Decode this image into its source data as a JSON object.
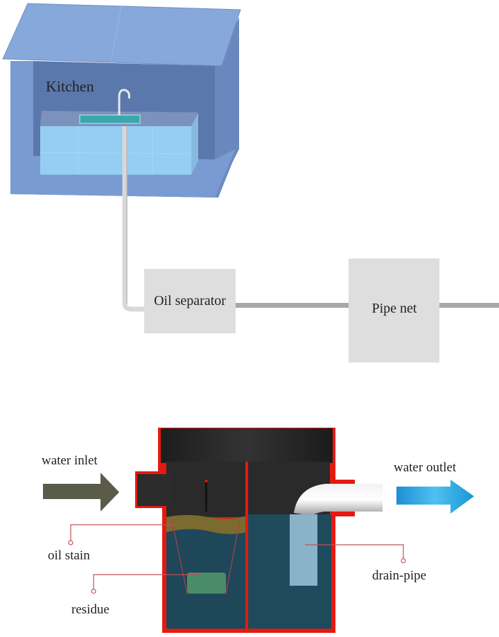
{
  "top_diagram": {
    "kitchen_label": "Kitchen",
    "oil_separator_label": "Oil separator",
    "pipe_net_label": "Pipe net"
  },
  "bottom_diagram": {
    "water_inlet_label": "water inlet",
    "water_outlet_label": "water outlet",
    "oil_stain_label": "oil stain",
    "residue_label": "residue",
    "drain_pipe_label": "drain-pipe"
  },
  "colors": {
    "house_roof": "#7fa3d6",
    "house_wall_dark": "#5b78a8",
    "cabinet": "#94cdf4",
    "box_fill": "#e0e0e0",
    "pipe_gray": "#a9a9a9",
    "tank_black": "#262626",
    "tank_red": "#e8170f",
    "water": "#1d4a5e",
    "oil": "#7c6a2e",
    "inlet_arrow": "#5a5a48",
    "outlet_arrow": "#2aa2dc",
    "callout": "#c0505a"
  }
}
